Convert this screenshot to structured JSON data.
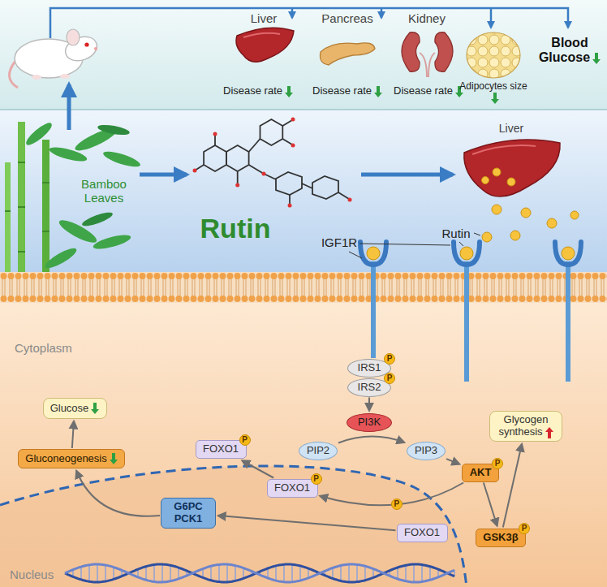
{
  "diagram": {
    "nodes": [
      {
        "text": [
          "IRS1"
        ]
      },
      {
        "text": [
          "IRS2"
        ]
      },
      {
        "text": [
          "Glucose"
        ]
      },
      {
        "text": [
          "PI3K"
        ]
      },
      {
        "text": [
          "Glycogen synthesis"
        ]
      },
      {
        "text": [
          "FOXO1"
        ]
      },
      {
        "text": [
          "PIP2"
        ]
      },
      {
        "text": [
          "PIP3"
        ]
      },
      {
        "text": [
          "AKT"
        ]
      },
      {
        "text": [
          "Gluconeogenesis"
        ]
      },
      {
        "text": [
          "FOXO1"
        ]
      },
      {
        "text": [
          "G6PC PCK1"
        ]
      },
      {
        "text": [
          "FOXO1"
        ]
      },
      {
        "text": [
          "GSK3β"
        ]
      }
    ],
    "edges": [
      {
        "from": 1,
        "to": 3,
        "arrow": "to"
      },
      {
        "from": 6,
        "to": 7,
        "arrow": "to"
      },
      {
        "from": 7,
        "to": 8,
        "arrow": "to"
      },
      {
        "from": 8,
        "to": 13,
        "arrow": "to"
      },
      {
        "from": 13,
        "to": 4,
        "arrow": "to"
      },
      {
        "from": 8,
        "to": 10,
        "label": "P",
        "arrow": "to"
      },
      {
        "from": 10,
        "to": 5,
        "arrow": "to"
      },
      {
        "from": 12,
        "to": 11,
        "arrow": "to"
      },
      {
        "from": 11,
        "to": 9,
        "arrow": "to"
      },
      {
        "from": 9,
        "to": 2,
        "arrow": "to"
      }
    ],
    "labels": [
      "Liver",
      "Pancreas",
      "Kidney",
      "Disease rate",
      "Disease rate",
      "Disease rate",
      "Adipocytes size",
      "Blood Glucose",
      "Bamboo Leaves",
      "Rutin",
      "Liver",
      "Rutin",
      "IGF1R",
      "Cytoplasm",
      "Nucleus",
      "P",
      "P",
      "P",
      "P",
      "P",
      "P"
    ]
  }
}
